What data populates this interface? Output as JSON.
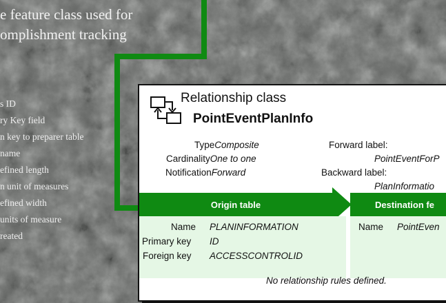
{
  "slide": {
    "title_lines": [
      "e feature class used for",
      "omplishment tracking"
    ],
    "bullets": [
      "s ID",
      "ry Key field",
      "n key to preparer table",
      "name",
      "efined length",
      "n unit of measures",
      "efined width",
      " units of measure",
      "reated"
    ]
  },
  "card": {
    "header_label": "Relationship class",
    "class_name": "PointEventPlanInfo",
    "props": {
      "type_label": "Type",
      "type_value": "Composite",
      "cardinality_label": "Cardinality",
      "cardinality_value": "One to one",
      "notification_label": "Notification",
      "notification_value": "Forward",
      "forward_label": "Forward label:",
      "forward_value": "PointEventForP",
      "backward_label": "Backward label:",
      "backward_value": "PlanInformatio"
    },
    "origin": {
      "header": "Origin table",
      "name_label": "Name",
      "name_value": "PLANINFORMATION",
      "primary_key_label": "Primary key",
      "primary_key_value": "ID",
      "foreign_key_label": "Foreign key",
      "foreign_key_value": "ACCESSCONTROLID"
    },
    "destination": {
      "header": "Destination fe",
      "name_label": "Name",
      "name_value": "PointEven"
    },
    "rules_note": "No relationship rules defined."
  },
  "colors": {
    "accent_green": "#0f8a12",
    "panel_green": "#e5f7e5"
  },
  "icons": [
    "relationship-class-icon"
  ]
}
